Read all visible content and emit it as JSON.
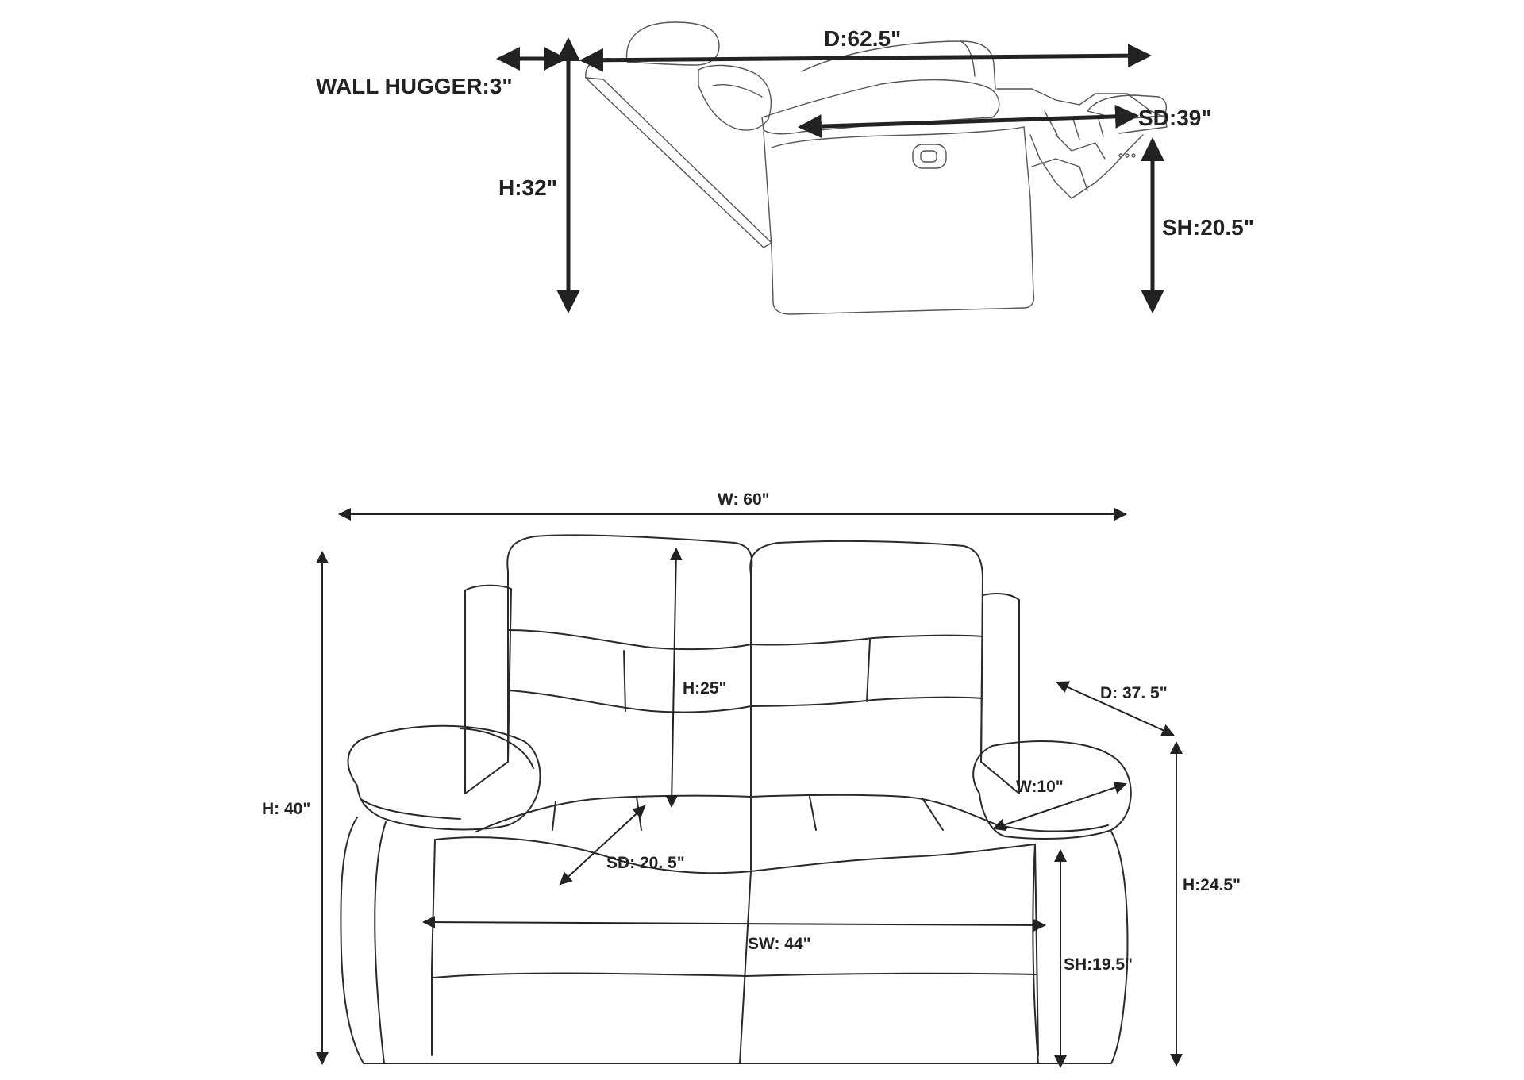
{
  "recliner_side_view": {
    "wall_hugger": "WALL HUGGER:3\"",
    "height": "H:32\"",
    "depth_reclined": "D:62.5\"",
    "seat_depth": "SD:39\"",
    "seat_height": "SH:20.5\""
  },
  "loveseat_front_view": {
    "width": "W: 60\"",
    "height": "H: 40\"",
    "back_height": "H:25\"",
    "seat_depth": "SD: 20. 5\"",
    "seat_width": "SW: 44\"",
    "depth": "D: 37. 5\"",
    "arm_width": "W:10\"",
    "arm_height": "H:24.5\"",
    "seat_height": "SH:19.5\""
  },
  "colors": {
    "line": "#2a2a2a",
    "background": "#ffffff"
  }
}
